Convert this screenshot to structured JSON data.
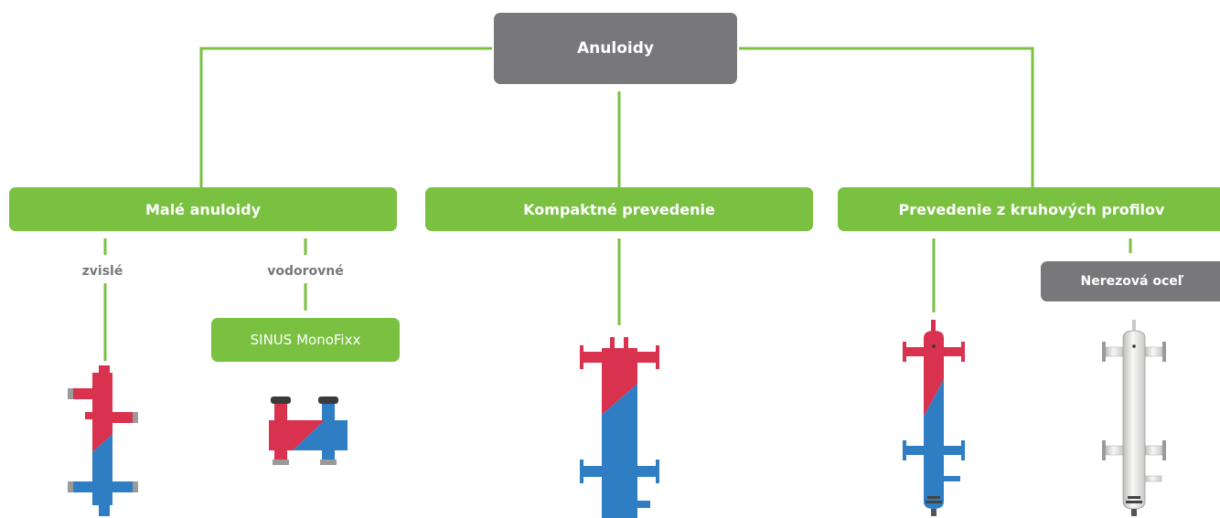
{
  "root": {
    "label": "Anuloidy"
  },
  "categories": [
    {
      "label": "Malé anuloidy"
    },
    {
      "label": "Kompaktné prevedenie"
    },
    {
      "label": "Prevedenie z kruhových profilov"
    }
  ],
  "subcategories": {
    "vertical": "zvislé",
    "horizontal": "vodorovné",
    "monofixx": "SINUS MonoFixx",
    "stainless": "Nerezová oceľ"
  },
  "colors": {
    "connector": "#7ac142",
    "root_box": "#78787a",
    "category_box": "#7ac142",
    "hot": "#d8324e",
    "cold": "#2f7ec4",
    "steel": "#e8e8e6",
    "flange": "#8a8a8a"
  }
}
